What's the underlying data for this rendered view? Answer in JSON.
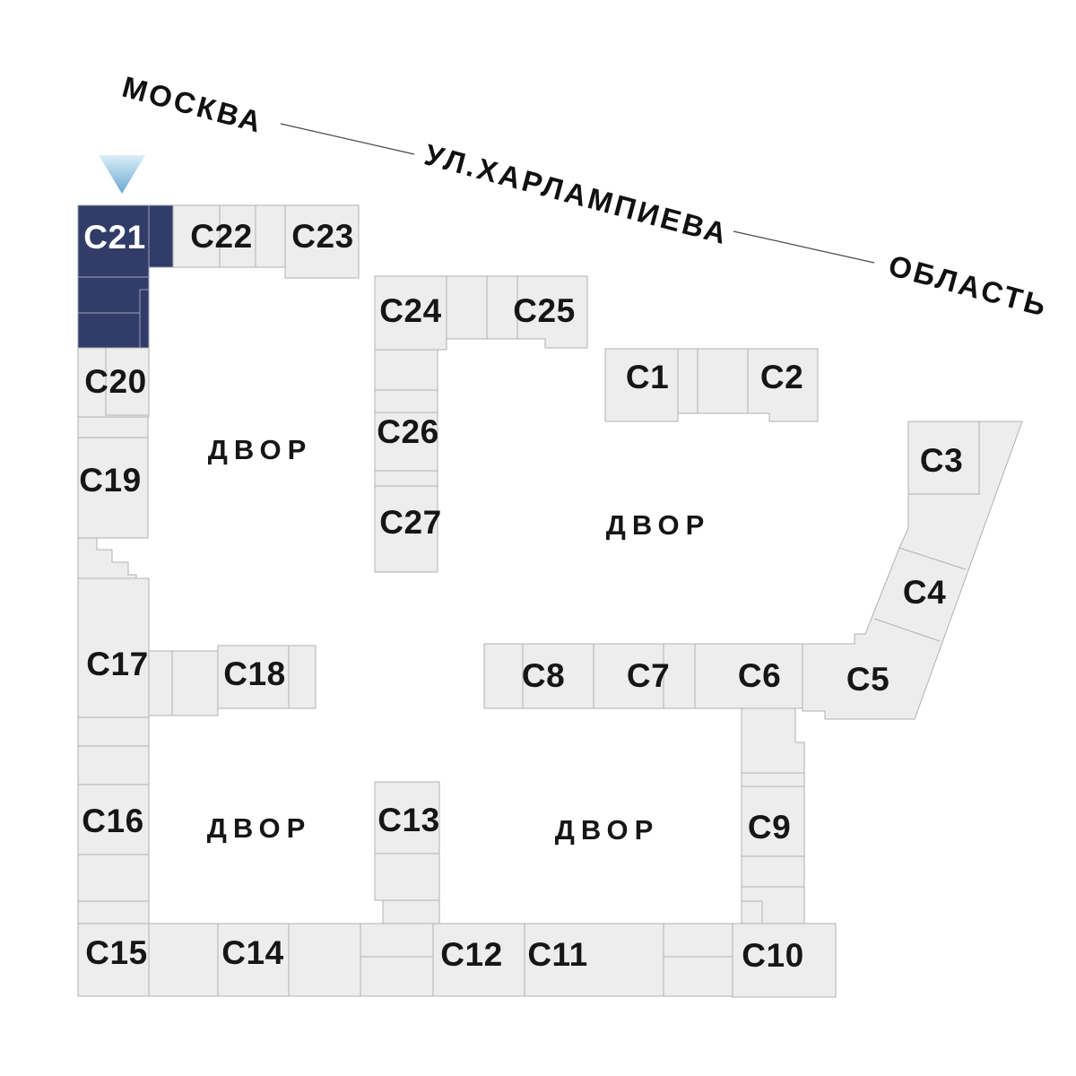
{
  "plan": {
    "title": "residential-complex-site-plan",
    "street": {
      "start_label": "МОСКВА",
      "street_label": "УЛ.ХАРЛАМПИЕВА",
      "end_label": "ОБЛАСТЬ"
    },
    "courtyard": {
      "label": "ДВОР"
    },
    "highlight": {
      "building": "C21",
      "color": "#313d68"
    },
    "colors": {
      "block_fill": "#ededed",
      "block_stroke": "#b1b1b1",
      "highlight_fill": "#313d68",
      "label_color": "#161616",
      "highlight_label_color": "#ffffff",
      "arrow_gradient_top": "#dceef8",
      "arrow_gradient_bottom": "#69a8d0"
    },
    "buildings": {
      "c1": {
        "label": "C1"
      },
      "c2": {
        "label": "C2"
      },
      "c3": {
        "label": "C3"
      },
      "c4": {
        "label": "C4"
      },
      "c5": {
        "label": "C5"
      },
      "c6": {
        "label": "C6"
      },
      "c7": {
        "label": "C7"
      },
      "c8": {
        "label": "C8"
      },
      "c9": {
        "label": "C9"
      },
      "c10": {
        "label": "C10"
      },
      "c11": {
        "label": "C11"
      },
      "c12": {
        "label": "C12"
      },
      "c13": {
        "label": "C13"
      },
      "c14": {
        "label": "C14"
      },
      "c15": {
        "label": "C15"
      },
      "c16": {
        "label": "C16"
      },
      "c17": {
        "label": "C17"
      },
      "c18": {
        "label": "C18"
      },
      "c19": {
        "label": "C19"
      },
      "c20": {
        "label": "C20"
      },
      "c21": {
        "label": "C21"
      },
      "c22": {
        "label": "C22"
      },
      "c23": {
        "label": "C23"
      },
      "c24": {
        "label": "C24"
      },
      "c25": {
        "label": "C25"
      },
      "c26": {
        "label": "C26"
      },
      "c27": {
        "label": "C27"
      }
    }
  }
}
